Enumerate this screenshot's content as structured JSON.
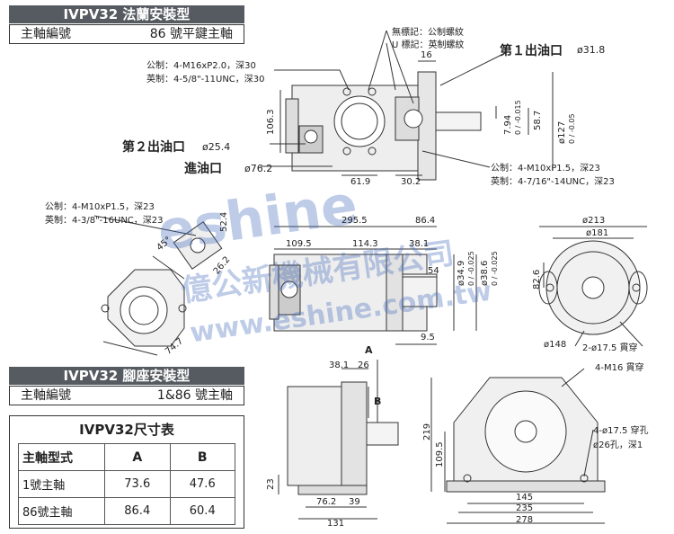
{
  "flange": {
    "title": "IVPV32 法蘭安裝型",
    "shaft_label": "主軸編號",
    "shaft_value": "86 號平鍵主軸"
  },
  "foot": {
    "title": "IVPV32 腳座安裝型",
    "shaft_label": "主軸編號",
    "shaft_value": "1&86 號主軸"
  },
  "notes": {
    "no_mark": "無標記：公制螺紋",
    "u_mark": "U 標記：英制螺紋",
    "m16_metric": "公制：4-M16xP2.0，深30",
    "m16_imperial": "英制：4-5/8\"-11UNC，深30",
    "m10_metric_right": "公制：4-M10xP1.5，深23",
    "m10_imperial_right": "英制：4-7/16\"-14UNC，深23",
    "m10_metric_left": "公制：4-M10xP1.5，深23",
    "m10_imperial_left": "英制：4-3/8\"-16UNC，深23",
    "m16_through": "4-M16 貫穿",
    "hole_175_through": "4-ø17.5 穿孔",
    "hole_26": "ø26孔，深1",
    "hole_2_175": "2-ø17.5 貫穿"
  },
  "ports": {
    "out1_label": "第１出油口",
    "out1_value": "ø31.8",
    "out2_label": "第２出油口",
    "out2_value": "ø25.4",
    "in_label": "進油口",
    "in_value": "ø76.2"
  },
  "dims": {
    "d16": "16",
    "d106_3": "106.3",
    "d7_94": "7.94",
    "d7_94_tol": "0 / -0.015",
    "d58_7": "58.7",
    "d127": "ø127",
    "d127_tol": "0 / -0.05",
    "d61_9": "61.9",
    "d30_2": "30.2",
    "d45": "45°",
    "d52_4": "52.4",
    "d26_2": "26.2",
    "d74_7": "74.7",
    "d295_5": "295.5",
    "d86_4": "86.4",
    "d109_5": "109.5",
    "d114_3": "114.3",
    "d38_1": "38.1",
    "d54": "54",
    "d34_9": "ø34.9",
    "d34_9_tol": "0 / -0.025",
    "d38_6": "ø38.6",
    "d38_6_tol": "0 / -0.025",
    "d9_5": "9.5",
    "d213": "ø213",
    "d181": "ø181",
    "d82_6": "82.6",
    "d148": "ø148",
    "f38_1": "38.1",
    "f26": "26",
    "fA": "A",
    "fB": "B",
    "f23": "23",
    "f76_2": "76.2",
    "f39": "39",
    "f131": "131",
    "f219": "219",
    "f109_5": "109.5",
    "f145": "145",
    "f235": "235",
    "f278": "278"
  },
  "table": {
    "title": "IVPV32尺寸表",
    "headers": [
      "主軸型式",
      "A",
      "B"
    ],
    "rows": [
      [
        "1號主軸",
        "73.6",
        "47.6"
      ],
      [
        "86號主軸",
        "86.4",
        "60.4"
      ]
    ]
  },
  "watermark": {
    "brand": "eshine",
    "company": "億公新機械有限公司",
    "url": "www.eshine.com.tw"
  },
  "colors": {
    "banner": "#555b60",
    "line": "#333333",
    "watermark": "#466ebe"
  }
}
